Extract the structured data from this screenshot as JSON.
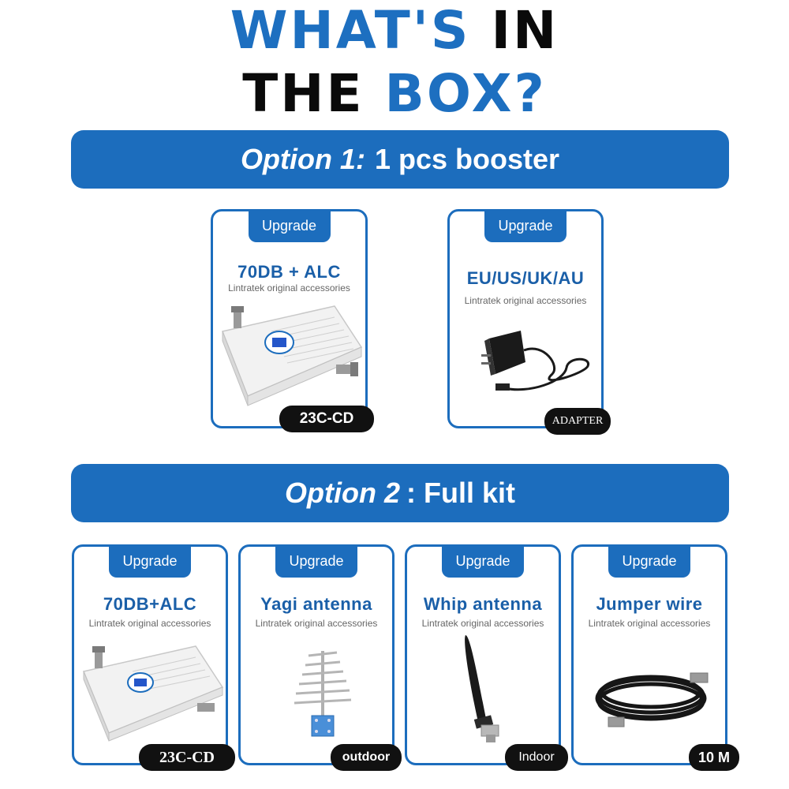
{
  "title": {
    "line1_blue": "WHAT'S",
    "line1_black": "IN",
    "line2_black": "THE",
    "line2_blue": "BOX?"
  },
  "option1": {
    "label": "Option 1:",
    "text": "1 pcs booster",
    "cards": [
      {
        "tab": "Upgrade",
        "heading": "70DB + ALC",
        "sub": "Lintratek original accessories",
        "pill": "23C-CD",
        "device_logo": "lintratek"
      },
      {
        "tab": "Upgrade",
        "heading": "EU/US/UK/AU",
        "sub": "Lintratek original accessories",
        "pill": "ADAPTER"
      }
    ]
  },
  "option2": {
    "label": "Option 2",
    "text": ": Full kit",
    "cards": [
      {
        "tab": "Upgrade",
        "heading": "70DB+ALC",
        "sub": "Lintratek original accessories",
        "pill": "23C-CD"
      },
      {
        "tab": "Upgrade",
        "heading": "Yagi antenna",
        "sub": "Lintratek original accessories",
        "pill": "outdoor"
      },
      {
        "tab": "Upgrade",
        "heading": "Whip antenna",
        "sub": "Lintratek original accessories",
        "pill": "Indoor"
      },
      {
        "tab": "Upgrade",
        "heading": "Jumper wire",
        "sub": "Lintratek original accessories",
        "pill": "10 M"
      }
    ]
  },
  "colors": {
    "accent": "#1c6dbd",
    "heading": "#1a5fa8",
    "pill": "#111111"
  },
  "icons": [
    "booster-device-icon",
    "power-adapter-icon",
    "yagi-antenna-icon",
    "whip-antenna-icon",
    "coax-cable-icon"
  ]
}
